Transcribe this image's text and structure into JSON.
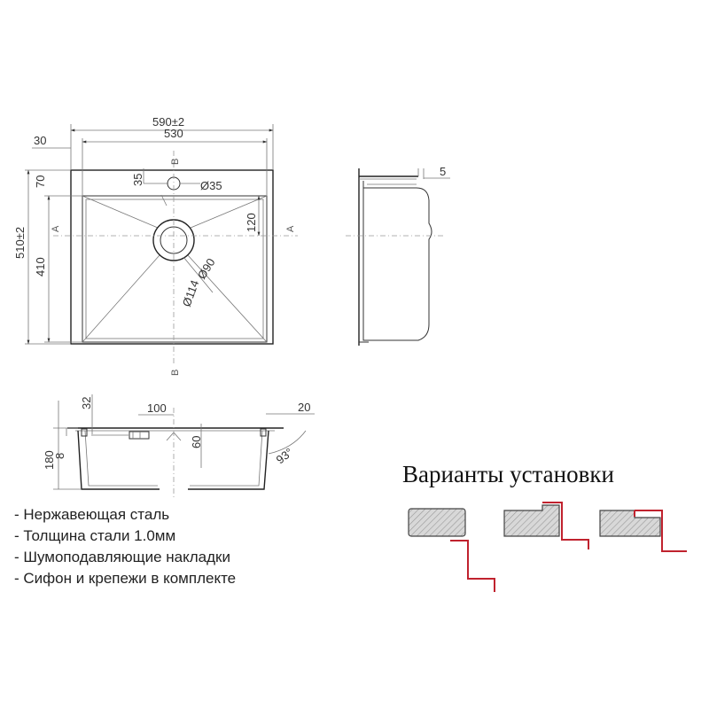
{
  "top_view": {
    "dim_overall_width": "590±2",
    "dim_inner_width": "530",
    "dim_flange": "30",
    "dim_overall_depth": "510±2",
    "dim_inner_depth": "410",
    "dim_top_margin": "70",
    "dim_tap_hole_offset": "35",
    "dim_tap_hole": "Ø35",
    "dim_drain_inner": "Ø90",
    "dim_drain_outer": "Ø114",
    "dim_drain_offset": "120",
    "section_a": "A",
    "section_b": "B"
  },
  "side_view": {
    "dim_flange_thickness": "5"
  },
  "section_view": {
    "dim_rim": "32",
    "dim_overflow": "100",
    "dim_edge": "20",
    "dim_height": "180",
    "dim_lip": "8",
    "dim_drain_height": "60",
    "dim_angle": "93°"
  },
  "features": [
    "- Нержавеющая сталь",
    "- Толщина стали 1.0мм",
    "- Шумоподавляющие накладки",
    "- Сифон и крепежи в комплекте"
  ],
  "installation": {
    "title": "Варианты установки",
    "accent_color": "#c0222e",
    "variants": [
      "undermount",
      "flush-mount",
      "top-mount"
    ]
  }
}
